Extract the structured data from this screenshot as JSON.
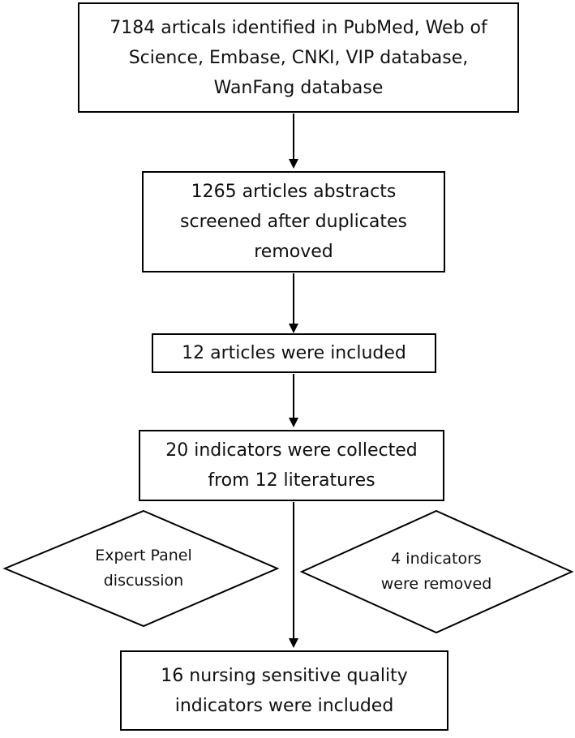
{
  "flowchart": {
    "steps": [
      {
        "lines": [
          "7184 articals identified in PubMed, Web of",
          "Science, Embase, CNKI, VIP database,",
          "WanFang database"
        ]
      },
      {
        "lines": [
          "1265 articles abstracts",
          "screened after duplicates",
          "removed"
        ]
      },
      {
        "lines": [
          "12 articles were included"
        ]
      },
      {
        "lines": [
          "20 indicators were collected",
          "from 12 literatures"
        ]
      },
      {
        "lines": [
          "16 nursing sensitive quality",
          "indicators were included"
        ]
      }
    ],
    "decisions": [
      {
        "lines": [
          "Expert Panel",
          "discussion"
        ]
      },
      {
        "lines": [
          "4 indicators",
          "were removed"
        ]
      }
    ],
    "colors": {
      "stroke": "#000000",
      "fill": "#ffffff",
      "text": "#111111"
    }
  }
}
